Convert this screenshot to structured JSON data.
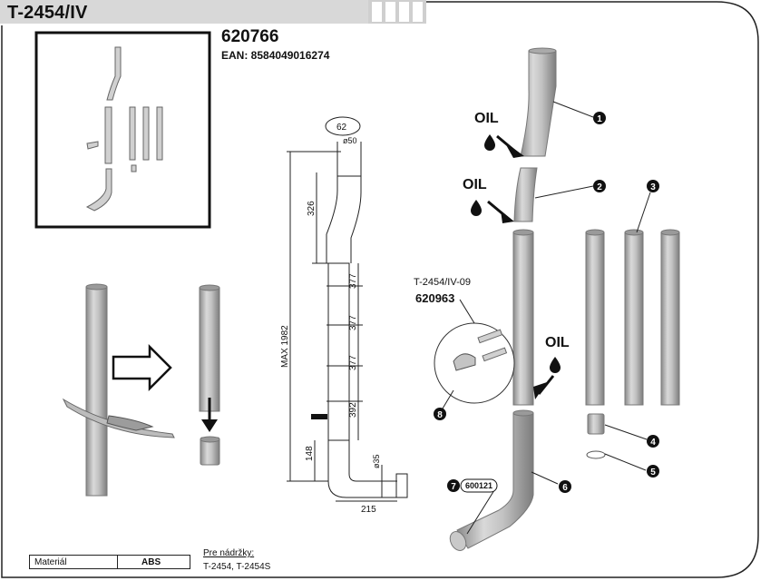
{
  "title": "T-2454/IV",
  "product_code": "620766",
  "ean": "EAN: 8584049016274",
  "callout": {
    "ref": "T-2454/IV-09",
    "code": "620963"
  },
  "part_numbers": [
    "1",
    "2",
    "3",
    "4",
    "5",
    "6",
    "7",
    "8"
  ],
  "part7_code": "600121",
  "oil_label": "OIL",
  "dimensions": {
    "top": "62",
    "diameter_top": "ø50",
    "d326": "326",
    "d377a": "377",
    "d377b": "377",
    "d377c": "377",
    "d392": "392",
    "max": "MAX 1982",
    "d148": "148",
    "diameter_bottom": "ø35",
    "d215": "215"
  },
  "material": {
    "label": "Materiál",
    "value": "ABS"
  },
  "compat": {
    "heading": "Pre nádržky:",
    "models": "T-2454, T-2454S"
  },
  "colors": {
    "pipe": "#b7b7b7",
    "dark": "#111111",
    "header_gray": "#cfcfcf"
  }
}
